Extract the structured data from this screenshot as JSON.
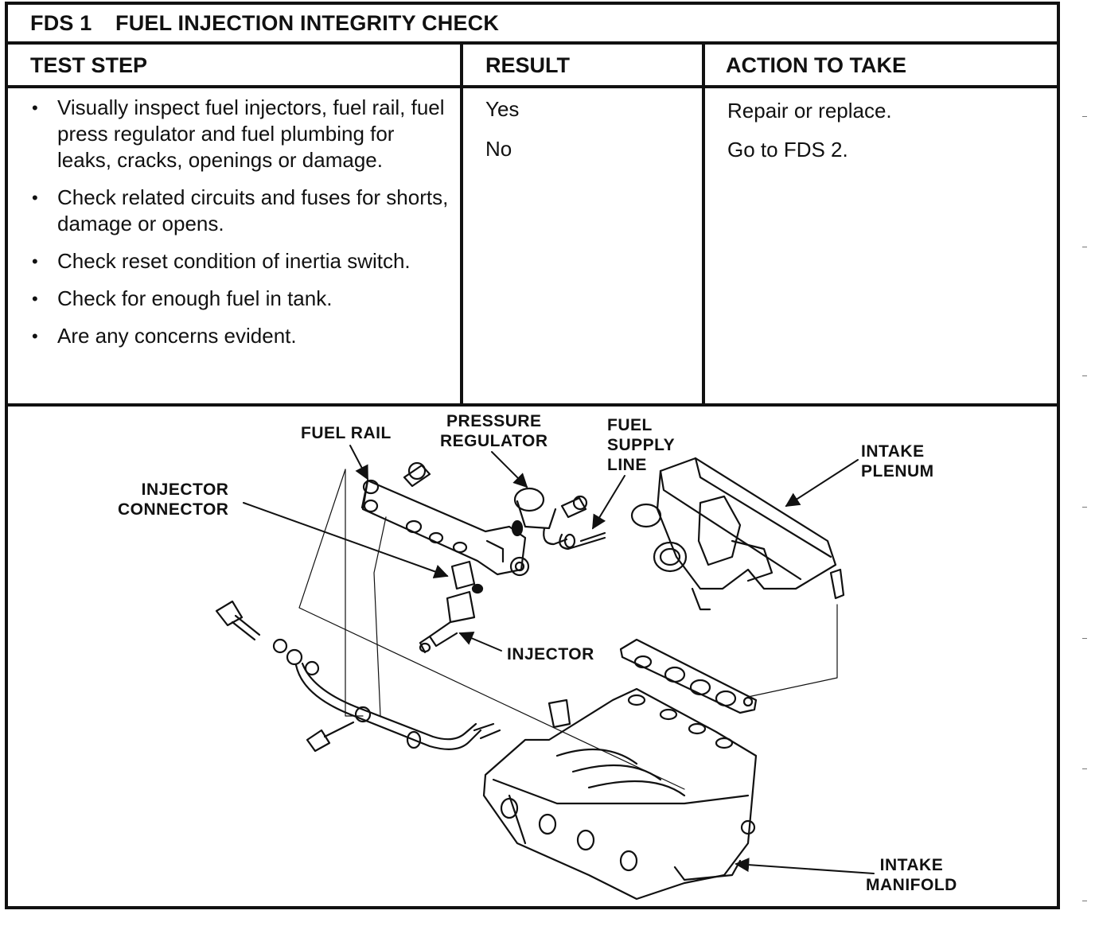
{
  "header": {
    "code": "FDS 1",
    "title": "FUEL INJECTION INTEGRITY CHECK"
  },
  "columns": {
    "test_step": "TEST STEP",
    "result": "RESULT",
    "action": "ACTION TO TAKE"
  },
  "steps": [
    {
      "bullet": "•",
      "text": "Visually inspect fuel injectors, fuel rail, fuel press regulator and fuel plumbing for leaks, cracks, openings or damage."
    },
    {
      "bullet": "•",
      "text": "Check related circuits and fuses for shorts, damage or opens."
    },
    {
      "bullet": "•",
      "text": "Check reset condition of inertia switch."
    },
    {
      "bullet": "•",
      "text": "Check for enough fuel in tank."
    },
    {
      "bullet": "•",
      "text": "Are any concerns evident."
    }
  ],
  "results": [
    {
      "result": "Yes",
      "action": "Repair or replace."
    },
    {
      "result": "No",
      "action": "Go to FDS 2."
    }
  ],
  "diagram": {
    "labels": {
      "fuel_rail": "FUEL RAIL",
      "pressure_regulator": "PRESSURE\nREGULATOR",
      "fuel_supply_line": "FUEL\nSUPPLY\nLINE",
      "intake_plenum": "INTAKE\nPLENUM",
      "injector_connector": "INJECTOR\nCONNECTOR",
      "injector": "INJECTOR",
      "intake_manifold": "INTAKE\nMANIFOLD"
    }
  }
}
